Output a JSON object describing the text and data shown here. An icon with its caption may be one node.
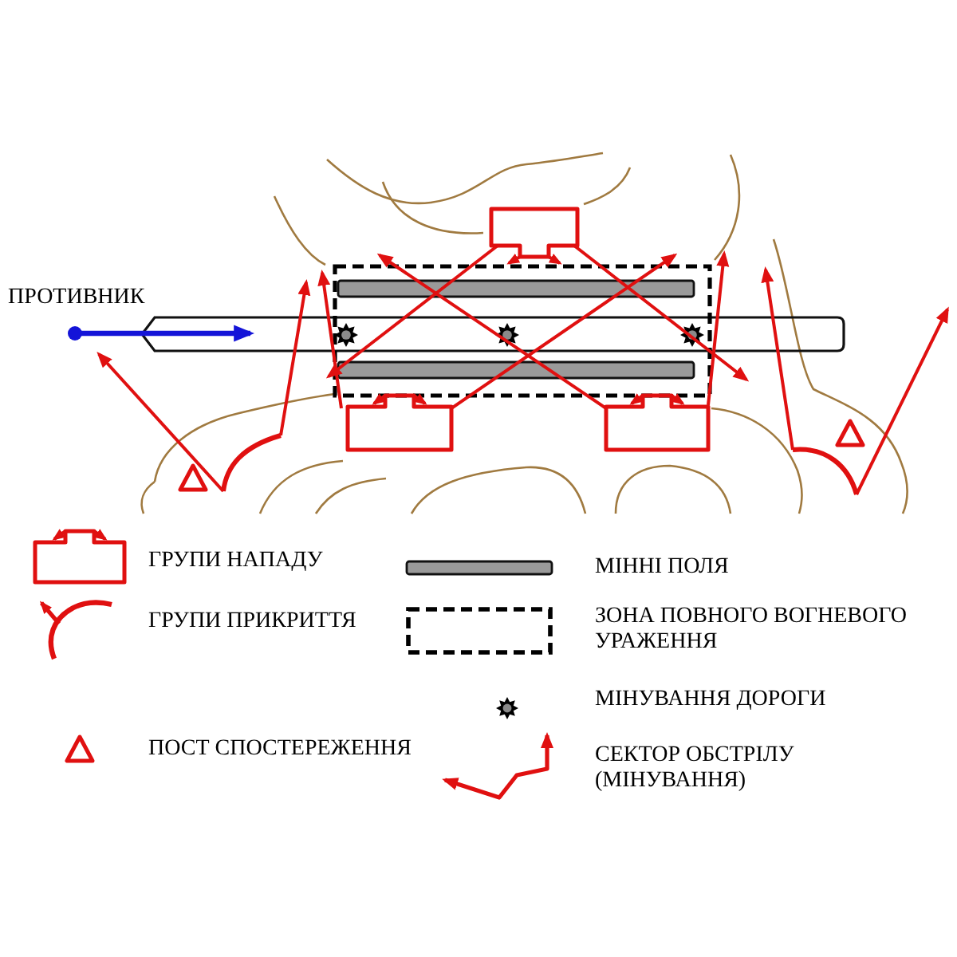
{
  "diagram": {
    "labels": [
      "ПРОТИВНИК"
    ],
    "legend": [
      {
        "text": "ГРУПИ НАПАДУ"
      },
      {
        "text": "МІННІ ПОЛЯ"
      },
      {
        "text": "ГРУПИ ПРИКРИТТЯ"
      },
      {
        "text": "ЗОНА ПОВНОГО ВОГНЕВОГО УРАЖЕННЯ"
      },
      {
        "text": "МІНУВАННЯ ДОРОГИ"
      },
      {
        "text": "ПОСТ СПОСТЕРЕЖЕННЯ"
      },
      {
        "text": "СЕКТОР ОБСТРІЛУ (МІНУВАННЯ)"
      }
    ]
  }
}
